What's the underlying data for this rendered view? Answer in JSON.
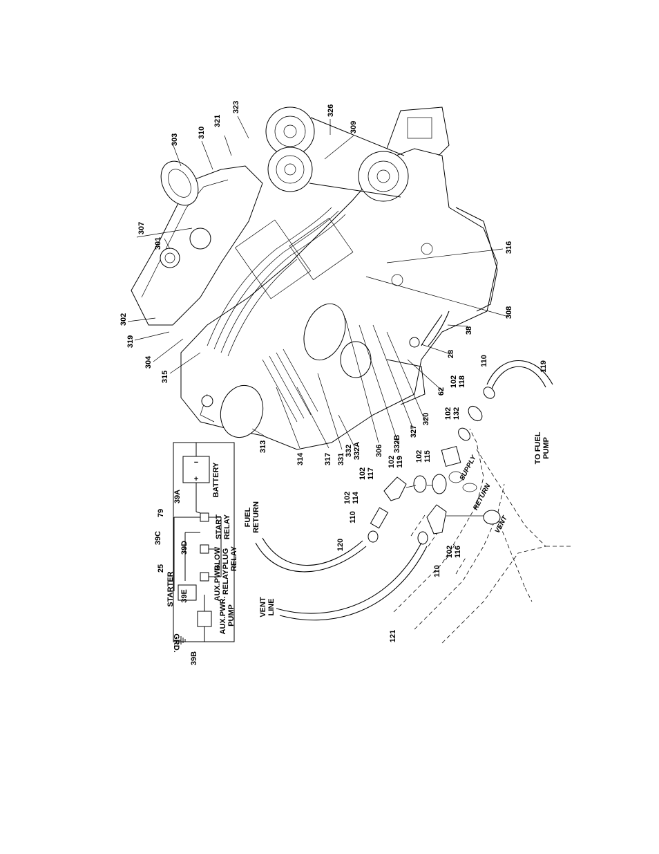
{
  "wiring": {
    "battery_label": "BATTERY",
    "battery_plus": "+",
    "battery_minus": "−",
    "start_relay": [
      "START",
      "RELAY"
    ],
    "glow_plug_relay": [
      "GLOW",
      "PLUG",
      "RELAY"
    ],
    "aux_pwr_relay": [
      "AUX.PWR.",
      "RELAY"
    ],
    "aux_pwr_pump": [
      "AUX.PWR.",
      "PUMP"
    ],
    "starter": "STARTER",
    "ground": "GRD.",
    "callouts": [
      "39A",
      "79",
      "39C",
      "39D",
      "25",
      "39E",
      "39B"
    ]
  },
  "fuel": {
    "fuel_return": [
      "FUEL",
      "RETURN"
    ],
    "vent_line": [
      "VENT",
      "LINE"
    ],
    "to_fuel_pump": [
      "TO FUEL",
      "PUMP"
    ],
    "supply": "SUPPLY",
    "return": "RETURN",
    "vent": "VENT"
  },
  "engine_callouts": {
    "c301": "301",
    "c307": "307",
    "c303": "303",
    "c310": "310",
    "c321": "321",
    "c323": "323",
    "c326": "326",
    "c309": "309",
    "c302": "302",
    "c319": "319",
    "c304": "304",
    "c315": "315",
    "c316": "316",
    "c308": "308",
    "c38": "38",
    "c28": "28",
    "c62": "62",
    "c313": "313",
    "c314": "314",
    "c317": "317",
    "c331": "331",
    "c332": "332",
    "c332A": "332A",
    "c306": "306",
    "c332B": "332B",
    "c327": "327",
    "c320": "320"
  },
  "fitting_callouts": {
    "c102a": "102",
    "c132": "132",
    "c102b": "102",
    "c118": "118",
    "c110a": "110",
    "c119": "119",
    "c102c": "102",
    "c115": "115",
    "c102d": "102",
    "c119b": "119",
    "c102e": "102",
    "c117": "117",
    "c102f": "102",
    "c114": "114",
    "c110b": "110",
    "c120": "120",
    "c102g": "102",
    "c116": "116",
    "c110c": "110",
    "c121": "121"
  }
}
